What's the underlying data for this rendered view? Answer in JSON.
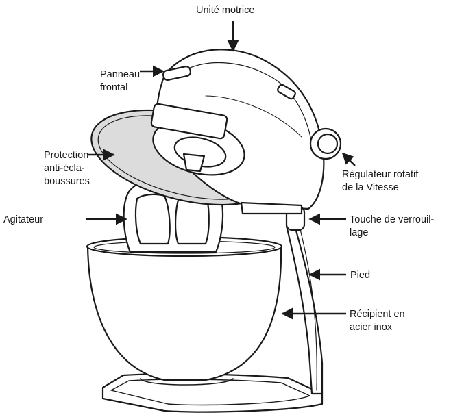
{
  "labels": {
    "unite_motrice": [
      "Unité motrice"
    ],
    "panneau_frontal": [
      "Panneau",
      "frontal"
    ],
    "protection": [
      "Protection",
      "anti-écla-",
      "boussures"
    ],
    "agitateur": [
      "Agitateur"
    ],
    "regulateur": [
      "Régulateur rotatif",
      "de la Vitesse"
    ],
    "touche": [
      "Touche de verrouil-",
      "lage"
    ],
    "pied": [
      "Pied"
    ],
    "recipient": [
      "Récipient en",
      "acier inox"
    ]
  },
  "colors": {
    "line": "#1a1a1a",
    "shield_fill": "#dcdcdc",
    "body_fill": "#ffffff"
  }
}
